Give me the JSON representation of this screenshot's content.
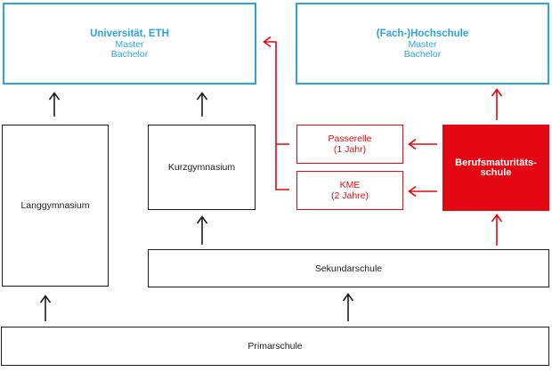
{
  "colors": {
    "cyan": "#29a4dc",
    "red": "#e30613",
    "black": "#1d1d1b",
    "background": "#ffffff"
  },
  "boxes": {
    "universitaet": {
      "title": "Universität, ETH",
      "lines": [
        "Master",
        "Bachelor"
      ]
    },
    "hochschule": {
      "title": "(Fach-)Hochschule",
      "lines": [
        "Master",
        "Bachelor"
      ]
    },
    "langgymnasium": {
      "label": "Langgymnasium"
    },
    "kurzgymnasium": {
      "label": "Kurzgymnasium"
    },
    "passerelle": {
      "lines": [
        "Passerelle",
        "(1 Jahr)"
      ]
    },
    "kme": {
      "lines": [
        "KME",
        "(2 Jahre)"
      ]
    },
    "berufsmaturitaetsschule": {
      "lines": [
        "Berufsmaturitäts-",
        "schule"
      ]
    },
    "sekundarschule": {
      "label": "Sekundarschule"
    },
    "primarschule": {
      "label": "Primarschule"
    }
  }
}
